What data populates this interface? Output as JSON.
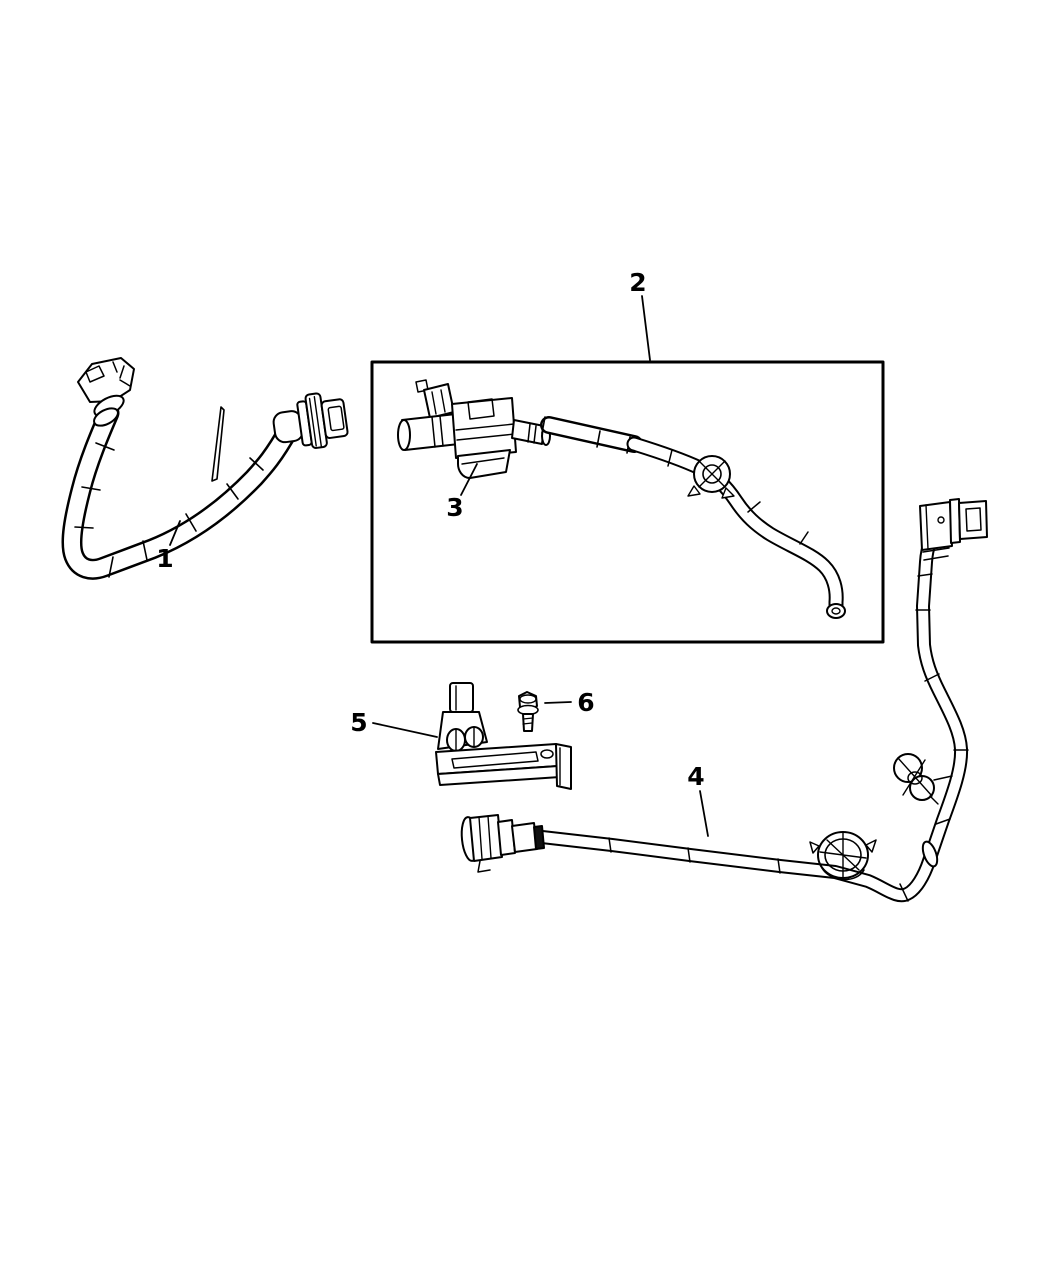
{
  "diagram": {
    "background_color": "#ffffff",
    "line_color": "#000000",
    "callouts": [
      {
        "number": "1"
      },
      {
        "number": "2"
      },
      {
        "number": "3"
      },
      {
        "number": "4"
      },
      {
        "number": "5"
      },
      {
        "number": "6"
      }
    ]
  }
}
